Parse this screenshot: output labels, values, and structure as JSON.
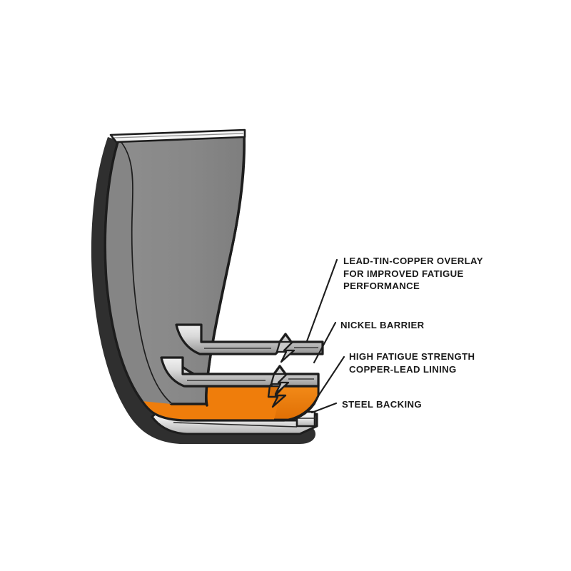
{
  "diagram": {
    "title": "Engine bearing shell cutaway",
    "subject": "multi-layer plain bearing cross-section",
    "background_color": "#ffffff",
    "colors": {
      "shell_face_gray": "#878787",
      "outline_dark": "#1d1d1d",
      "overlay_silver_light": "#e9e9e9",
      "overlay_silver_dark": "#9b9b9b",
      "nickel_silver_light": "#ededed",
      "nickel_silver_dark": "#a2a2a2",
      "copper_lead_orange": "#ef7d0b",
      "steel_backing_light": "#f2f2f2",
      "steel_backing_shade": "#b9b9b9",
      "top_edge_highlight": "#f4f4f4",
      "label_text": "#1a1a1a"
    }
  },
  "callouts": [
    {
      "id": "lead-tin-copper-overlay",
      "text": "LEAD-TIN-COPPER OVERLAY\nFOR IMPROVED FATIGUE\nPERFORMANCE",
      "lines": [
        "LEAD-TIN-COPPER OVERLAY",
        "FOR IMPROVED FATIGUE",
        "PERFORMANCE"
      ],
      "layer": "overlay"
    },
    {
      "id": "nickel-barrier",
      "text": "NICKEL BARRIER",
      "lines": [
        "NICKEL BARRIER"
      ],
      "layer": "nickel"
    },
    {
      "id": "copper-lead-lining",
      "text": "HIGH FATIGUE STRENGTH\nCOPPER-LEAD LINING",
      "lines": [
        "HIGH FATIGUE STRENGTH",
        "COPPER-LEAD LINING"
      ],
      "layer": "lining"
    },
    {
      "id": "steel-backing",
      "text": "STEEL BACKING",
      "lines": [
        "STEEL BACKING"
      ],
      "layer": "steel"
    }
  ]
}
